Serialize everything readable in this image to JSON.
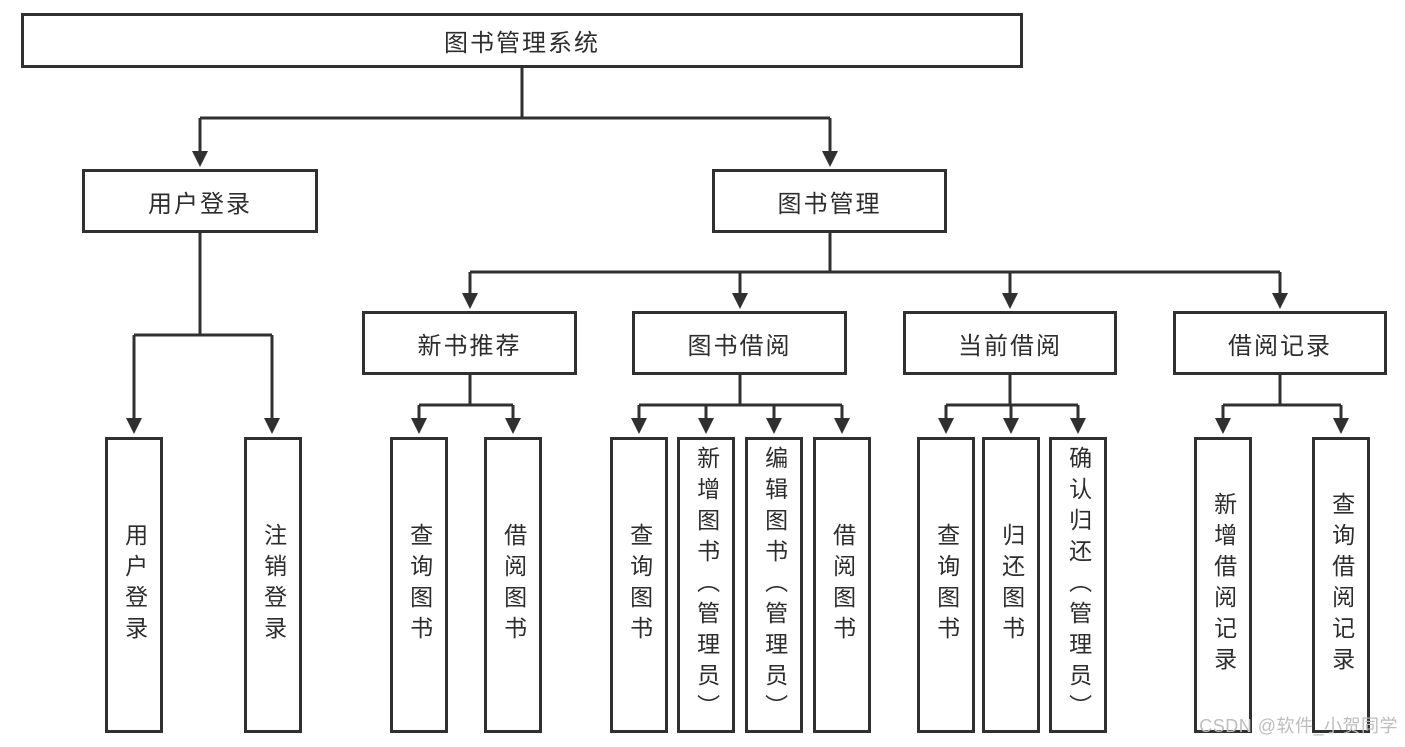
{
  "tree": {
    "root": {
      "label": "图书管理系统",
      "children": [
        {
          "label": "用户登录",
          "children": [
            {
              "label": "用户登录"
            },
            {
              "label": "注销登录"
            }
          ]
        },
        {
          "label": "图书管理",
          "children": [
            {
              "label": "新书推荐",
              "children": [
                {
                  "label": "查询图书"
                },
                {
                  "label": "借阅图书"
                }
              ]
            },
            {
              "label": "图书借阅",
              "children": [
                {
                  "label": "查询图书"
                },
                {
                  "label": "新增图书（管理员）"
                },
                {
                  "label": "编辑图书（管理员）"
                },
                {
                  "label": "借阅图书"
                }
              ]
            },
            {
              "label": "当前借阅",
              "children": [
                {
                  "label": "查询图书"
                },
                {
                  "label": "归还图书"
                },
                {
                  "label": "确认归还（管理员）"
                }
              ]
            },
            {
              "label": "借阅记录",
              "children": [
                {
                  "label": "新增借阅记录"
                },
                {
                  "label": "查询借阅记录"
                }
              ]
            }
          ]
        }
      ]
    }
  },
  "watermark": {
    "text": "CSDN @软件_小贺同学"
  },
  "colors": {
    "line": "#303030",
    "box_border": "#303030",
    "text": "#2d2d2d",
    "watermark": "#bdbdbd",
    "background": "#ffffff"
  }
}
